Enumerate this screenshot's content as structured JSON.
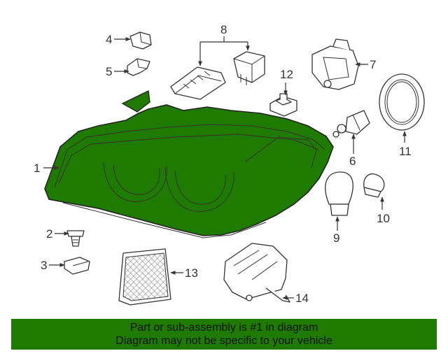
{
  "callouts": {
    "c1": "1",
    "c2": "2",
    "c3": "3",
    "c4": "4",
    "c5": "5",
    "c6": "6",
    "c7": "7",
    "c8": "8",
    "c9": "9",
    "c10": "10",
    "c11": "11",
    "c12": "12",
    "c13": "13",
    "c14": "14"
  },
  "highlight": {
    "part_number": "1",
    "color": "#1f7a00"
  },
  "footer": {
    "line1": "Part or sub-assembly is #1 in diagram",
    "line2": "Diagram may not be specific to your vehicle"
  }
}
